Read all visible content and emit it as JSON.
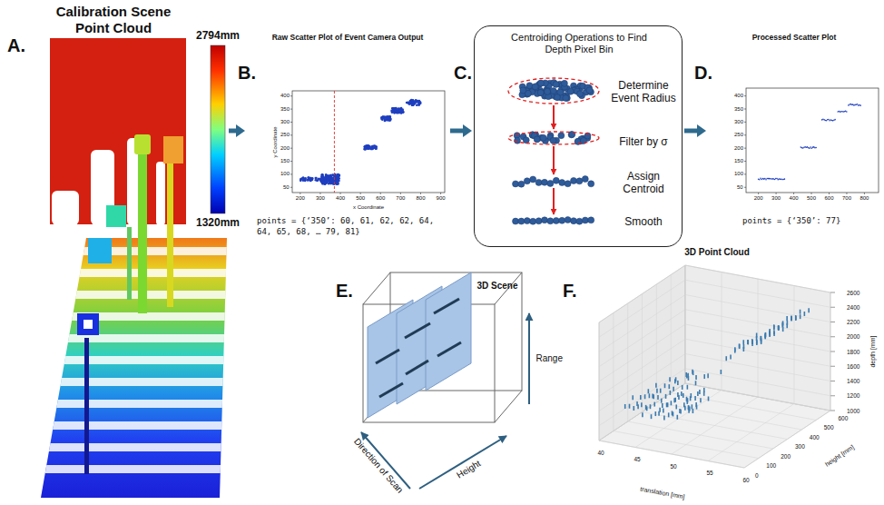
{
  "diagram": {
    "nodes": [
      {
        "text": [
          "Calibration Scene Point Cloud"
        ]
      },
      {
        "text": [
          "Raw Scatter Plot of Event Camera Output"
        ]
      },
      {
        "text": [
          "Centroiding Operations to Find Depth Pixel Bin",
          "Determine Event Radius",
          "Filter by σ",
          "Assign Centroid",
          "Smooth"
        ]
      },
      {
        "text": [
          "Processed Scatter Plot"
        ]
      },
      {
        "text": [
          "3D Scene"
        ]
      },
      {
        "text": [
          "3D Point Cloud"
        ]
      }
    ],
    "edges": [
      {
        "from": 0,
        "to": 1,
        "arrow": "to"
      },
      {
        "from": 1,
        "to": 2,
        "arrow": "to"
      },
      {
        "from": 2,
        "to": 3,
        "arrow": "to"
      }
    ],
    "labels": [
      "A.",
      "2794mm",
      "1320mm",
      "B.",
      "C.",
      "D.",
      "E.",
      "F.",
      "50",
      "100",
      "150",
      "200",
      "250",
      "300",
      "350",
      "400",
      "200",
      "300",
      "400",
      "500",
      "600",
      "700",
      "800",
      "900",
      "x Coordinate",
      "y Coordinate",
      "points = {‘350’: 60, 61, 62, 62, 64, 64, 65, 68, … 79, 81}",
      "50",
      "100",
      "150",
      "200",
      "250",
      "300",
      "350",
      "400",
      "200",
      "300",
      "400",
      "500",
      "600",
      "700",
      "800",
      "points = {‘350’: 77}",
      "Direction of Scan",
      "Range",
      "Height",
      "depth [mm]",
      "1000",
      "1200",
      "1400",
      "1600",
      "1800",
      "2000",
      "2200",
      "2400",
      "2600",
      "translation [mm]",
      "40",
      "45",
      "50",
      "55",
      "60",
      "height [mm]",
      "0",
      "100",
      "200",
      "300",
      "400",
      "500",
      "600"
    ]
  }
}
